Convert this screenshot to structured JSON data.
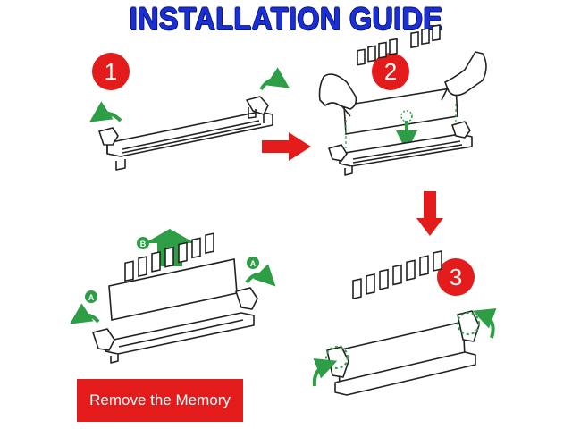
{
  "title": "INSTALLATION   GUIDE",
  "steps": {
    "one": "1",
    "two": "2",
    "three": "3"
  },
  "remove_markers": {
    "a": "A",
    "b": "B"
  },
  "remove_label": "Remove the Memory",
  "colors": {
    "title": "#1a2fd6",
    "step_circle": "#e31b1b",
    "flow_arrow": "#e31b1b",
    "action_arrow": "#2d9e46",
    "line_art": "#222222"
  }
}
